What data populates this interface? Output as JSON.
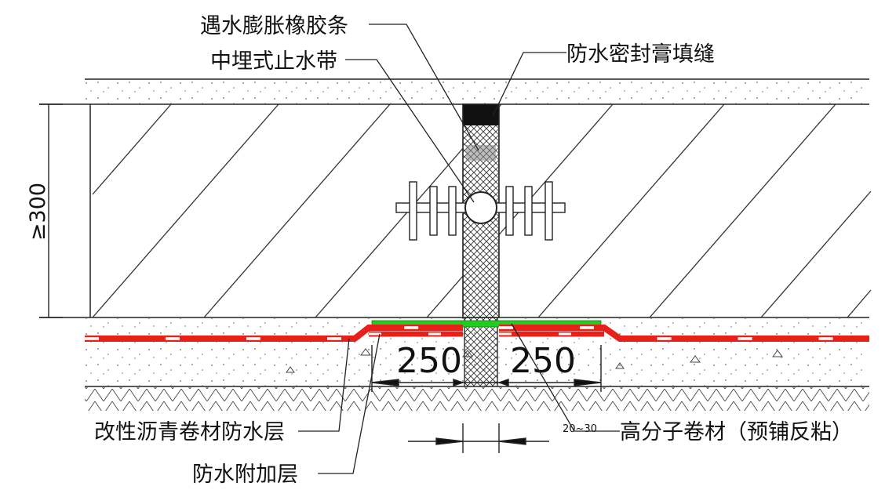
{
  "labels": {
    "swelling_strip": "遇水膨胀橡胶条",
    "waterstop": "中埋式止水带",
    "sealant": "防水密封膏填缝",
    "modified_bitumen": "改性沥青卷材防水层",
    "polymer_membrane": "高分子卷材（预铺反粘）",
    "additional_layer": "防水附加层"
  },
  "dimensions": {
    "thickness": "≥300",
    "left_width": "250",
    "right_width": "250",
    "joint_width": "20~30"
  },
  "colors": {
    "membrane_red": "#e8201a",
    "membrane_green": "#22cc22",
    "sealant_black": "#111111",
    "line": "#222222"
  }
}
